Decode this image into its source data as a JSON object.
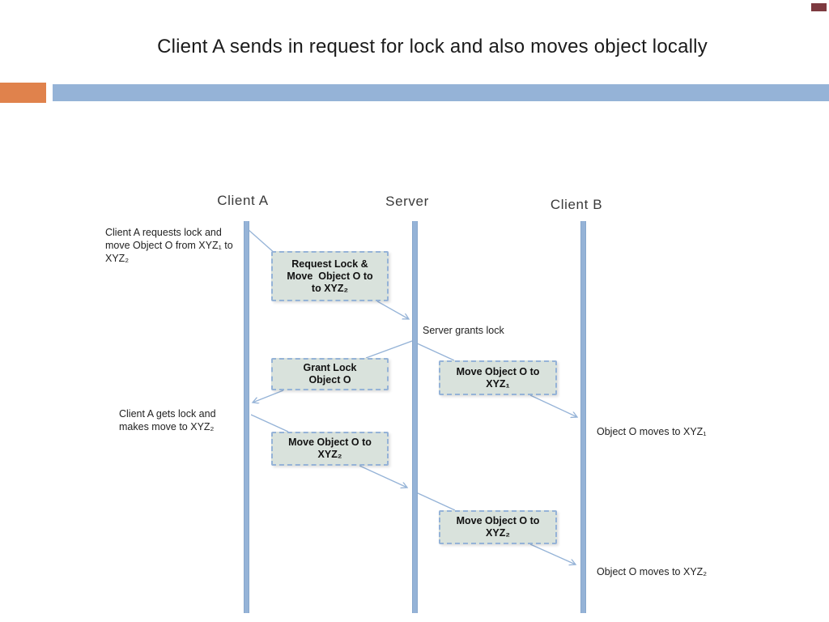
{
  "slide": {
    "title": "Client A sends in request for lock and also moves object locally"
  },
  "lifelines": {
    "client_a": "Client A",
    "server": "Server",
    "client_b": "Client B"
  },
  "messages": {
    "request_lock": "Request Lock &\nMove  Object O to\nto XYZ₂",
    "grant_lock": "Grant Lock\nObject O",
    "move_to_xyz1": "Move Object O to\nXYZ₁",
    "move_to_xyz2_client_a": "Move Object O to\nXYZ₂",
    "move_to_xyz2_client_b": "Move Object O to\nXYZ₂"
  },
  "annotations": {
    "client_a_requests": "Client A requests lock and\nmove Object O from XYZ₁ to\nXYZ₂",
    "server_grants": "Server grants lock",
    "client_a_gets": "Client A gets lock and\nmakes move to XYZ₂",
    "object_moves_xyz1": "Object O moves to XYZ₁",
    "object_moves_xyz2": "Object O moves to XYZ₂"
  },
  "colors": {
    "accent_orange": "#e0824c",
    "accent_blue": "#95b3d7",
    "accent_maroon": "#7d3a40",
    "box_fill": "#d9e2dc",
    "box_border": "#95b3d7",
    "connector": "#95b3d7"
  }
}
